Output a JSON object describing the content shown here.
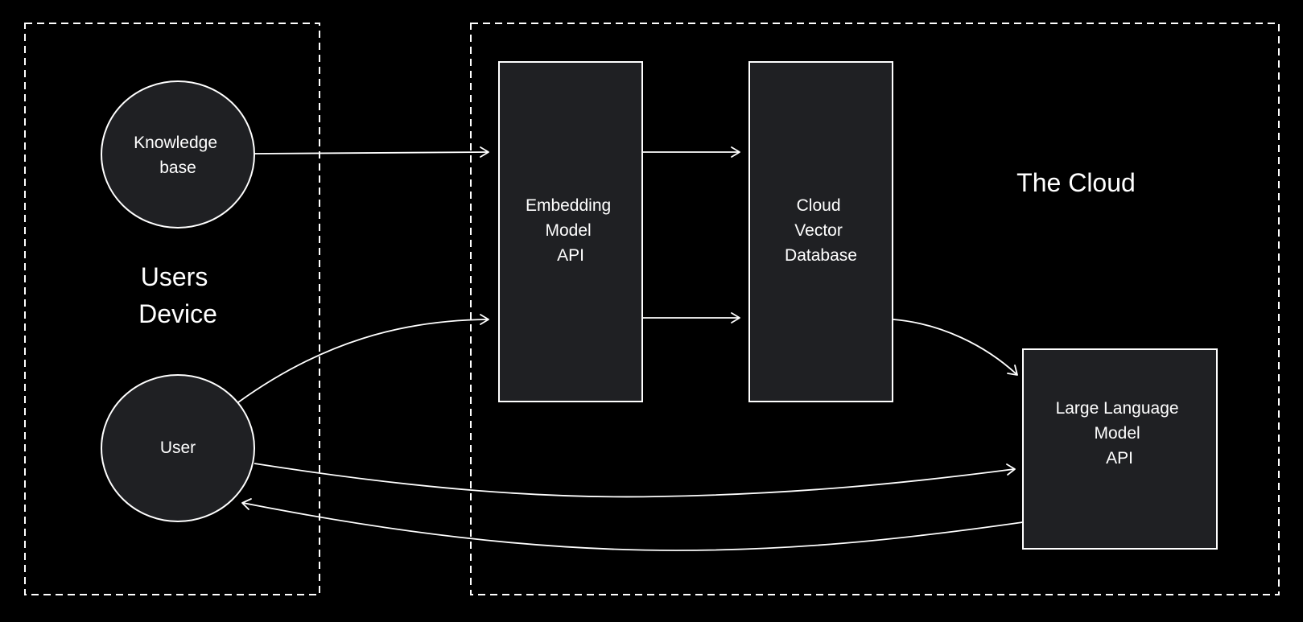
{
  "regions": {
    "users_device": {
      "label_lines": [
        "Users",
        "Device"
      ]
    },
    "cloud": {
      "label": "The Cloud"
    }
  },
  "nodes": {
    "knowledge_base": {
      "label_lines": [
        "Knowledge",
        "base"
      ],
      "shape": "circle"
    },
    "user": {
      "label": "User",
      "shape": "circle"
    },
    "embedding_api": {
      "label_lines": [
        "Embedding",
        "Model",
        "API"
      ],
      "shape": "rectangle"
    },
    "vector_db": {
      "label_lines": [
        "Cloud",
        "Vector",
        "Database"
      ],
      "shape": "rectangle"
    },
    "llm_api": {
      "label_lines": [
        "Large Language",
        "Model",
        "API"
      ],
      "shape": "rectangle"
    }
  },
  "edges": [
    {
      "from": "knowledge_base",
      "to": "embedding_api"
    },
    {
      "from": "user",
      "to": "embedding_api"
    },
    {
      "from": "embedding_api",
      "to": "vector_db"
    },
    {
      "from": "embedding_api",
      "to": "vector_db"
    },
    {
      "from": "vector_db",
      "to": "llm_api"
    },
    {
      "from": "user",
      "to": "llm_api"
    },
    {
      "from": "llm_api",
      "to": "user"
    }
  ],
  "colors": {
    "background": "#000000",
    "node_fill": "#1f2023",
    "stroke": "#ffffff",
    "text": "#ffffff"
  }
}
